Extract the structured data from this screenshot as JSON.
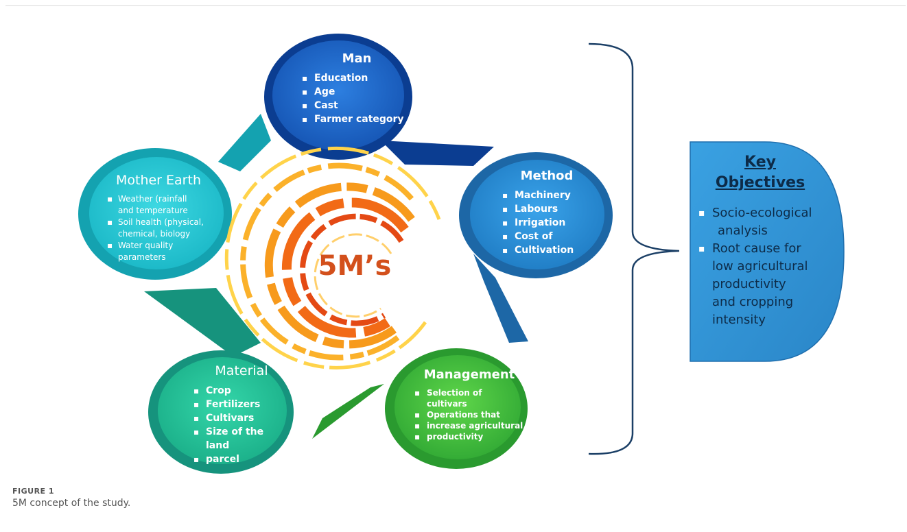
{
  "center": {
    "label": "5M’s"
  },
  "nodes": {
    "man": {
      "title": "Man",
      "items": [
        "Education",
        "Age",
        "Cast",
        "Farmer category"
      ]
    },
    "method": {
      "title": "Method",
      "items": [
        "Machinery",
        "Labours",
        "Irrigation",
        "Cost of",
        "Cultivation"
      ]
    },
    "management": {
      "title": "Management",
      "items": [
        "Selection of cultivars",
        "Operations that",
        "increase agricultural",
        "productivity"
      ]
    },
    "material": {
      "title": "Material",
      "items": [
        "Crop",
        "Fertilizers",
        "Cultivars",
        "Size of the land",
        "parcel"
      ]
    },
    "mother_earth": {
      "title": "Mother Earth",
      "items": [
        "Weather (rainfall",
        "and temperature",
        "Soil health (physical,",
        "chemical, biology",
        "Water quality",
        "parameters"
      ]
    }
  },
  "key_objectives": {
    "title_line1": "Key",
    "title_line2": "Objectives",
    "items": [
      "Socio-ecological",
      "analysis",
      "Root cause for",
      "low agricultural",
      "productivity",
      "and cropping",
      "intensity"
    ]
  },
  "caption": {
    "label": "FIGURE 1",
    "text": "5M concept of the study."
  },
  "colors": {
    "man_dark": "#0b3d91",
    "man_light": "#1d66c8",
    "method_dark": "#1d67a6",
    "method_light": "#2b8dd6",
    "management_dark": "#2a9a2f",
    "management_light": "#4bbf3c",
    "material_dark": "#16937d",
    "material_light": "#22c39a",
    "mother_dark": "#14a2b0",
    "mother_light": "#22c7d3",
    "objectives_fill": "#2e8fd0",
    "center_text": "#d3501c",
    "bracket": "#1b3f66"
  }
}
